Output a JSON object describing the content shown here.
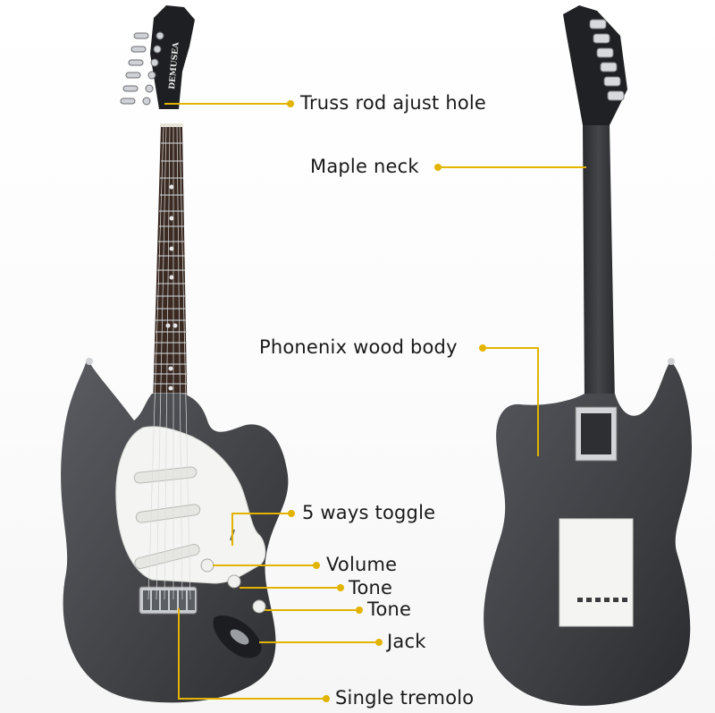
{
  "brand": {
    "headstock_text": "DEMUSEA"
  },
  "annotations": {
    "truss_rod": "Truss rod ajust hole",
    "maple_neck": "Maple neck",
    "body_wood": "Phonenix wood body",
    "toggle": "5 ways toggle",
    "volume": "Volume",
    "tone1": "Tone",
    "tone2": "Tone",
    "jack": "Jack",
    "tremolo": "Single tremolo"
  },
  "colors": {
    "body": "#4a4c50",
    "body_dark": "#2b2c2f",
    "pickguard": "#f4f4f2",
    "fretboard": "#3a2a22",
    "callout_line": "#e2b400",
    "callout_dot": "#e2b400"
  }
}
